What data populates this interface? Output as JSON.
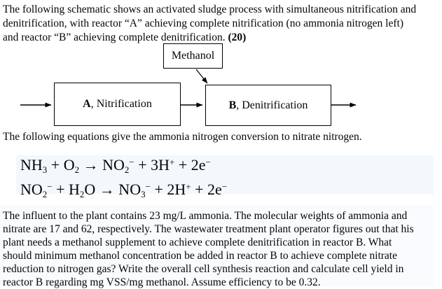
{
  "intro": {
    "lines": [
      "The following schematic shows an activated sludge process with simultaneous nitrification and",
      "denitrification, with reactor “A” achieving complete nitrification (no ammonia nitrogen left)",
      "and reactor “B” achieving complete denitrification. "
    ],
    "points": "(20)"
  },
  "diagram": {
    "methanol_label": "Methanol",
    "reactor_a": {
      "prefix": "A",
      "rest": ", Nitrification"
    },
    "reactor_b": {
      "prefix": "B",
      "rest": ", Denitrification"
    }
  },
  "equations_intro": "The following equations give the ammonia nitrogen conversion to nitrate nitrogen.",
  "equations": [
    {
      "segments": [
        {
          "t": "NH"
        },
        {
          "t": "3",
          "v": "sub"
        },
        {
          "t": " + O"
        },
        {
          "t": "2",
          "v": "sub"
        },
        {
          "t": " → NO"
        },
        {
          "t": "2",
          "v": "sub"
        },
        {
          "t": "−",
          "v": "sup"
        },
        {
          "t": " + 3H"
        },
        {
          "t": "+",
          "v": "sup"
        },
        {
          "t": " + 2e"
        },
        {
          "t": "−",
          "v": "sup"
        }
      ]
    },
    {
      "segments": [
        {
          "t": "NO"
        },
        {
          "t": "2",
          "v": "sub"
        },
        {
          "t": "−",
          "v": "sup"
        },
        {
          "t": " + H"
        },
        {
          "t": "2",
          "v": "sub"
        },
        {
          "t": "O → NO"
        },
        {
          "t": "3",
          "v": "sub"
        },
        {
          "t": "−",
          "v": "sup"
        },
        {
          "t": " + 2H"
        },
        {
          "t": "+",
          "v": "sup"
        },
        {
          "t": " + 2e"
        },
        {
          "t": "−",
          "v": "sup"
        }
      ]
    }
  ],
  "problem": {
    "lines": [
      "The influent to the plant contains 23 mg/L ammonia. The molecular weights of ammonia and",
      "nitrate are 17 and 62, respectively. The wastewater treatment plant operator figures out that his",
      "plant needs a methanol supplement to achieve complete denitrification in reactor B. What",
      "should minimum methanol concentration be added in reactor B to achieve complete nitrate",
      "reduction to nitrogen gas? Write the overall cell synthesis reaction and calculate cell yield in",
      "reactor B regarding mg VSS/mg methanol. Assume efficiency to be 0.32."
    ]
  },
  "colors": {
    "equation_highlight": "#f3f8fc",
    "problem_highlight": "#f9fbfe",
    "line_color": "#000000"
  }
}
